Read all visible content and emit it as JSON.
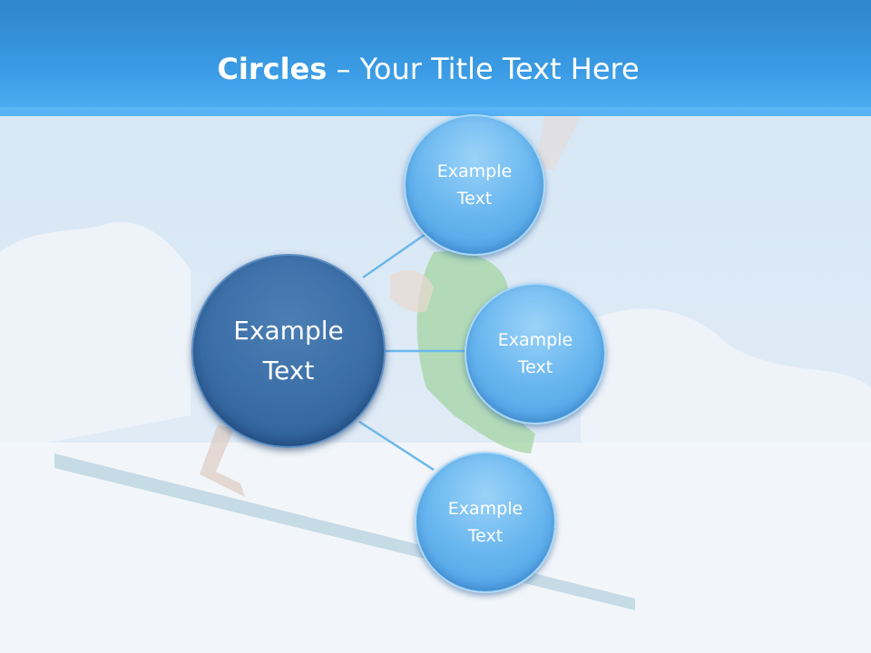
{
  "slide": {
    "title_bold": "Circles",
    "title_rest": " – Your Title Text Here"
  },
  "diagram": {
    "center": {
      "label": "Example\nText"
    },
    "satellites": [
      {
        "label": "Example\nText"
      },
      {
        "label": "Example\nText"
      },
      {
        "label": "Example\nText"
      }
    ]
  },
  "colors": {
    "header": "#3a9be4",
    "center_circle": "#3a6da6",
    "satellite_circle": "#68b6ef",
    "connector": "#6cb8ea"
  }
}
